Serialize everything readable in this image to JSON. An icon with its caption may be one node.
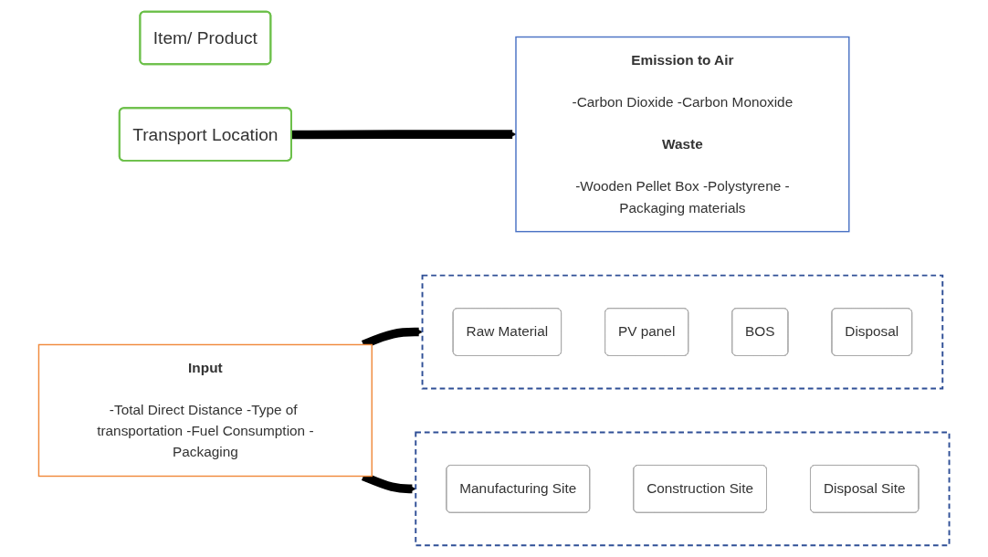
{
  "diagram": {
    "nodes": [
      {
        "text": [
          "Item/ Product"
        ]
      },
      {
        "text": [],
        "shape": "box"
      },
      {
        "text": [
          "Raw Material"
        ],
        "in": 1
      },
      {
        "text": [
          "PV panel"
        ],
        "in": 1
      },
      {
        "text": [
          "BOS"
        ],
        "in": 1
      },
      {
        "text": [
          "Disposal"
        ],
        "in": 1
      },
      {
        "text": [
          "Transport Location"
        ]
      },
      {
        "text": [],
        "shape": "box"
      },
      {
        "text": [
          "Manufacturing Site"
        ],
        "in": 7
      },
      {
        "text": [
          "Construction Site"
        ],
        "in": 7
      },
      {
        "text": [
          "Disposal Site"
        ],
        "in": 7
      },
      {
        "text": [
          "Input",
          "-Total Direct Distance -Type of transportation -Fuel Consumption -Packaging"
        ]
      },
      {
        "text": [
          "Emission to Air",
          "-Carbon Dioxide -Carbon Monoxide",
          "Waste",
          "-Wooden Pellet Box -Polystyrene -Packaging materials"
        ]
      }
    ],
    "edges": [
      {
        "from": 11,
        "to": 1,
        "arrow": "to"
      },
      {
        "from": 11,
        "to": 7,
        "arrow": "to"
      },
      {
        "from": 6,
        "to": 12,
        "arrow": "to"
      }
    ]
  }
}
